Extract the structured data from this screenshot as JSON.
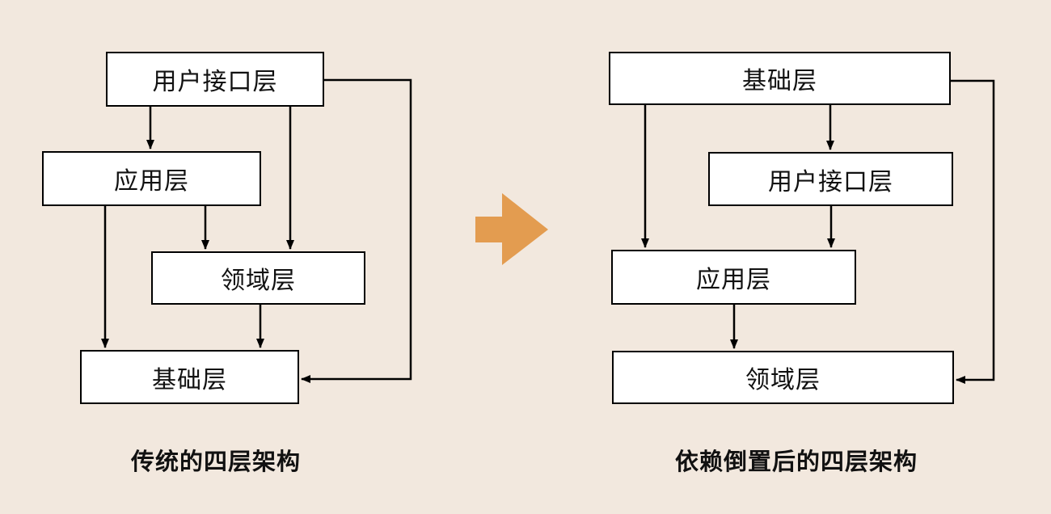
{
  "page": {
    "background_color": "#F2E8DE",
    "kind": "layered-architecture-comparison-diagram"
  },
  "colors": {
    "box_fill": "#FFFFFF",
    "box_border": "#000000",
    "connector": "#000000",
    "text": "#111111",
    "transform_arrow": "#E39C50"
  },
  "left_diagram": {
    "caption": "传统的四层架构",
    "boxes": [
      {
        "label": "用户接口层"
      },
      {
        "label": "应用层"
      },
      {
        "label": "领域层"
      },
      {
        "label": "基础层"
      }
    ]
  },
  "right_diagram": {
    "caption": "依赖倒置后的四层架构",
    "boxes": [
      {
        "label": "基础层"
      },
      {
        "label": "用户接口层"
      },
      {
        "label": "应用层"
      },
      {
        "label": "领域层"
      }
    ]
  },
  "transform_arrow": {
    "icon": "right-arrow"
  }
}
